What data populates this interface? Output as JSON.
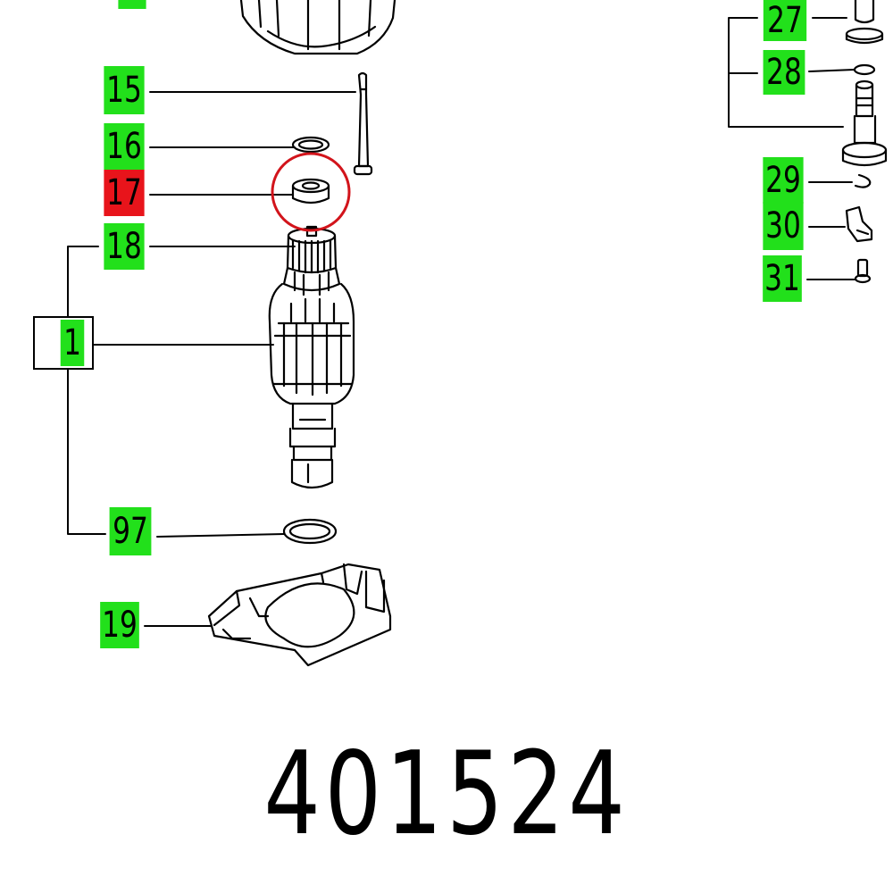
{
  "labels": {
    "l_top": "",
    "l15": "15",
    "l16": "16",
    "l17": "17",
    "l18": "18",
    "l1": "1",
    "l97": "97",
    "l19": "19",
    "l27": "27",
    "l28": "28",
    "l29": "29",
    "l30": "30",
    "l31": "31"
  },
  "highlighted_part": "17",
  "part_number": "401524",
  "colors": {
    "label_bg": "#22e01b",
    "highlight_bg": "#e8141b",
    "highlight_circle": "#d2141b",
    "line": "#000000"
  }
}
